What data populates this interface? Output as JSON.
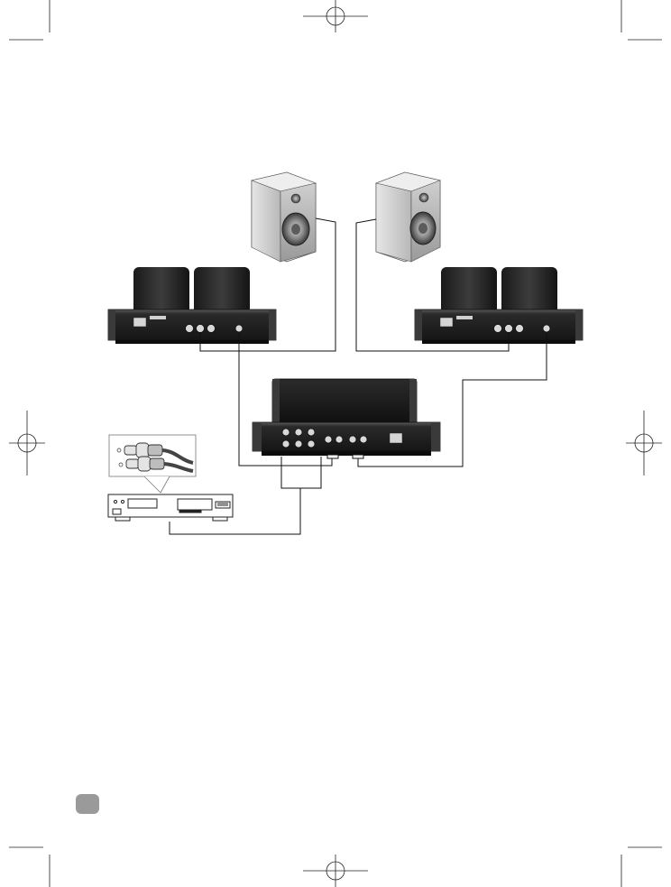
{
  "page": {
    "page_number": "",
    "marks": {
      "registration_marks": [
        "top-center",
        "bottom-center",
        "left-middle",
        "right-middle"
      ],
      "crop_marks": [
        "top-left",
        "top-right",
        "bottom-left",
        "bottom-right"
      ]
    }
  },
  "diagram": {
    "components": [
      {
        "id": "speaker-left",
        "kind": "bookshelf-speaker"
      },
      {
        "id": "speaker-right",
        "kind": "bookshelf-speaker"
      },
      {
        "id": "monoblock-left",
        "kind": "tube-power-amplifier"
      },
      {
        "id": "monoblock-right",
        "kind": "tube-power-amplifier"
      },
      {
        "id": "preamplifier",
        "kind": "tube-preamplifier"
      },
      {
        "id": "cd-player",
        "kind": "source-player"
      },
      {
        "id": "rca-inset",
        "kind": "rca-connector-detail"
      }
    ],
    "connections": [
      {
        "from": "monoblock-left",
        "to": "speaker-left",
        "type": "speaker-cable"
      },
      {
        "from": "monoblock-right",
        "to": "speaker-right",
        "type": "speaker-cable"
      },
      {
        "from": "preamplifier",
        "to": "monoblock-left",
        "type": "interconnect"
      },
      {
        "from": "preamplifier",
        "to": "monoblock-right",
        "type": "interconnect"
      },
      {
        "from": "cd-player",
        "to": "preamplifier",
        "type": "interconnect"
      }
    ]
  }
}
